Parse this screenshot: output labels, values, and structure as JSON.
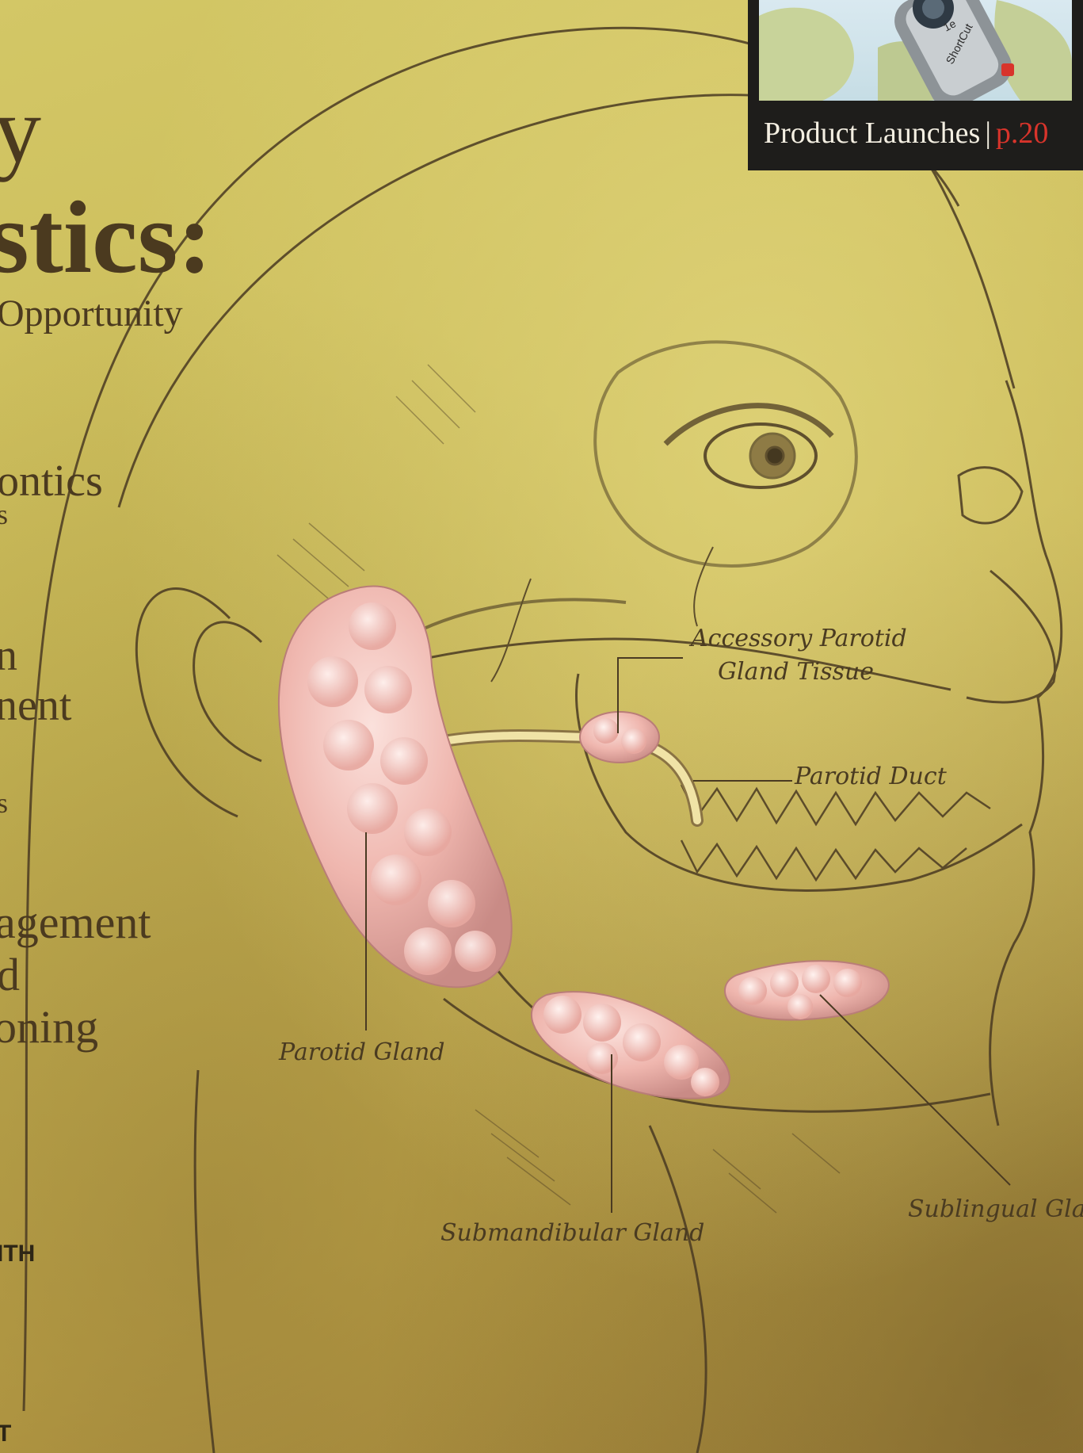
{
  "cover_fragments": {
    "letter_y": "y",
    "headline": "stics:",
    "subheadline": "Opportunity",
    "item1_line1": "ontics",
    "item1_line2": "s",
    "item2_line1": "n",
    "item2_line2": "nent",
    "item2_line3": "s",
    "item3_line1": "agement",
    "item3_line2": "d",
    "item3_line3": "oning",
    "footer1": "ITH",
    "footer2": "T"
  },
  "promo": {
    "caption": "Product Launches",
    "separator": "|",
    "page": "p.20",
    "device_text_1": "1e",
    "device_text_2": "ShortCut"
  },
  "illustration": {
    "labels": {
      "accessory_line1": "Accessory Parotid",
      "accessory_line2": "Gland Tissue",
      "parotid_duct": "Parotid Duct",
      "parotid_gland": "Parotid Gland",
      "submandibular_gland": "Submandibular Gland",
      "sublingual_gland": "Sublingual Gla"
    },
    "colors": {
      "background": "#c9b956",
      "sketch": "#4a3a22",
      "gland": "#efb6ae",
      "duct": "#f0e3a6",
      "promo_bg": "#1e1d1b",
      "promo_page": "#d8342b"
    }
  }
}
